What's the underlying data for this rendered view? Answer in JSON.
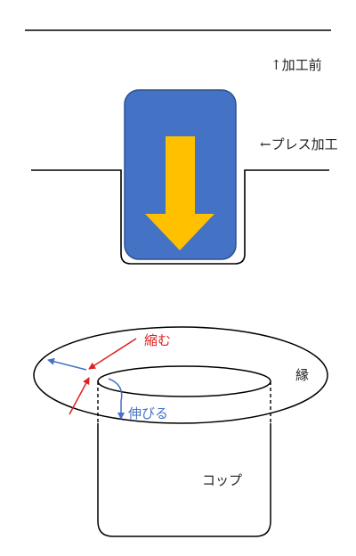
{
  "labels": {
    "before": "↑加工前",
    "press": "←プレス加工",
    "shrink": "縮む",
    "rim": "縁",
    "stretch": "伸びる",
    "cup": "コップ"
  },
  "colors": {
    "punch_fill": "#4472c4",
    "punch_border": "#2f528f",
    "arrow_fill": "#ffc000",
    "shrink_color": "#e02020",
    "stretch_color": "#4472c4",
    "line_color": "#000000"
  }
}
